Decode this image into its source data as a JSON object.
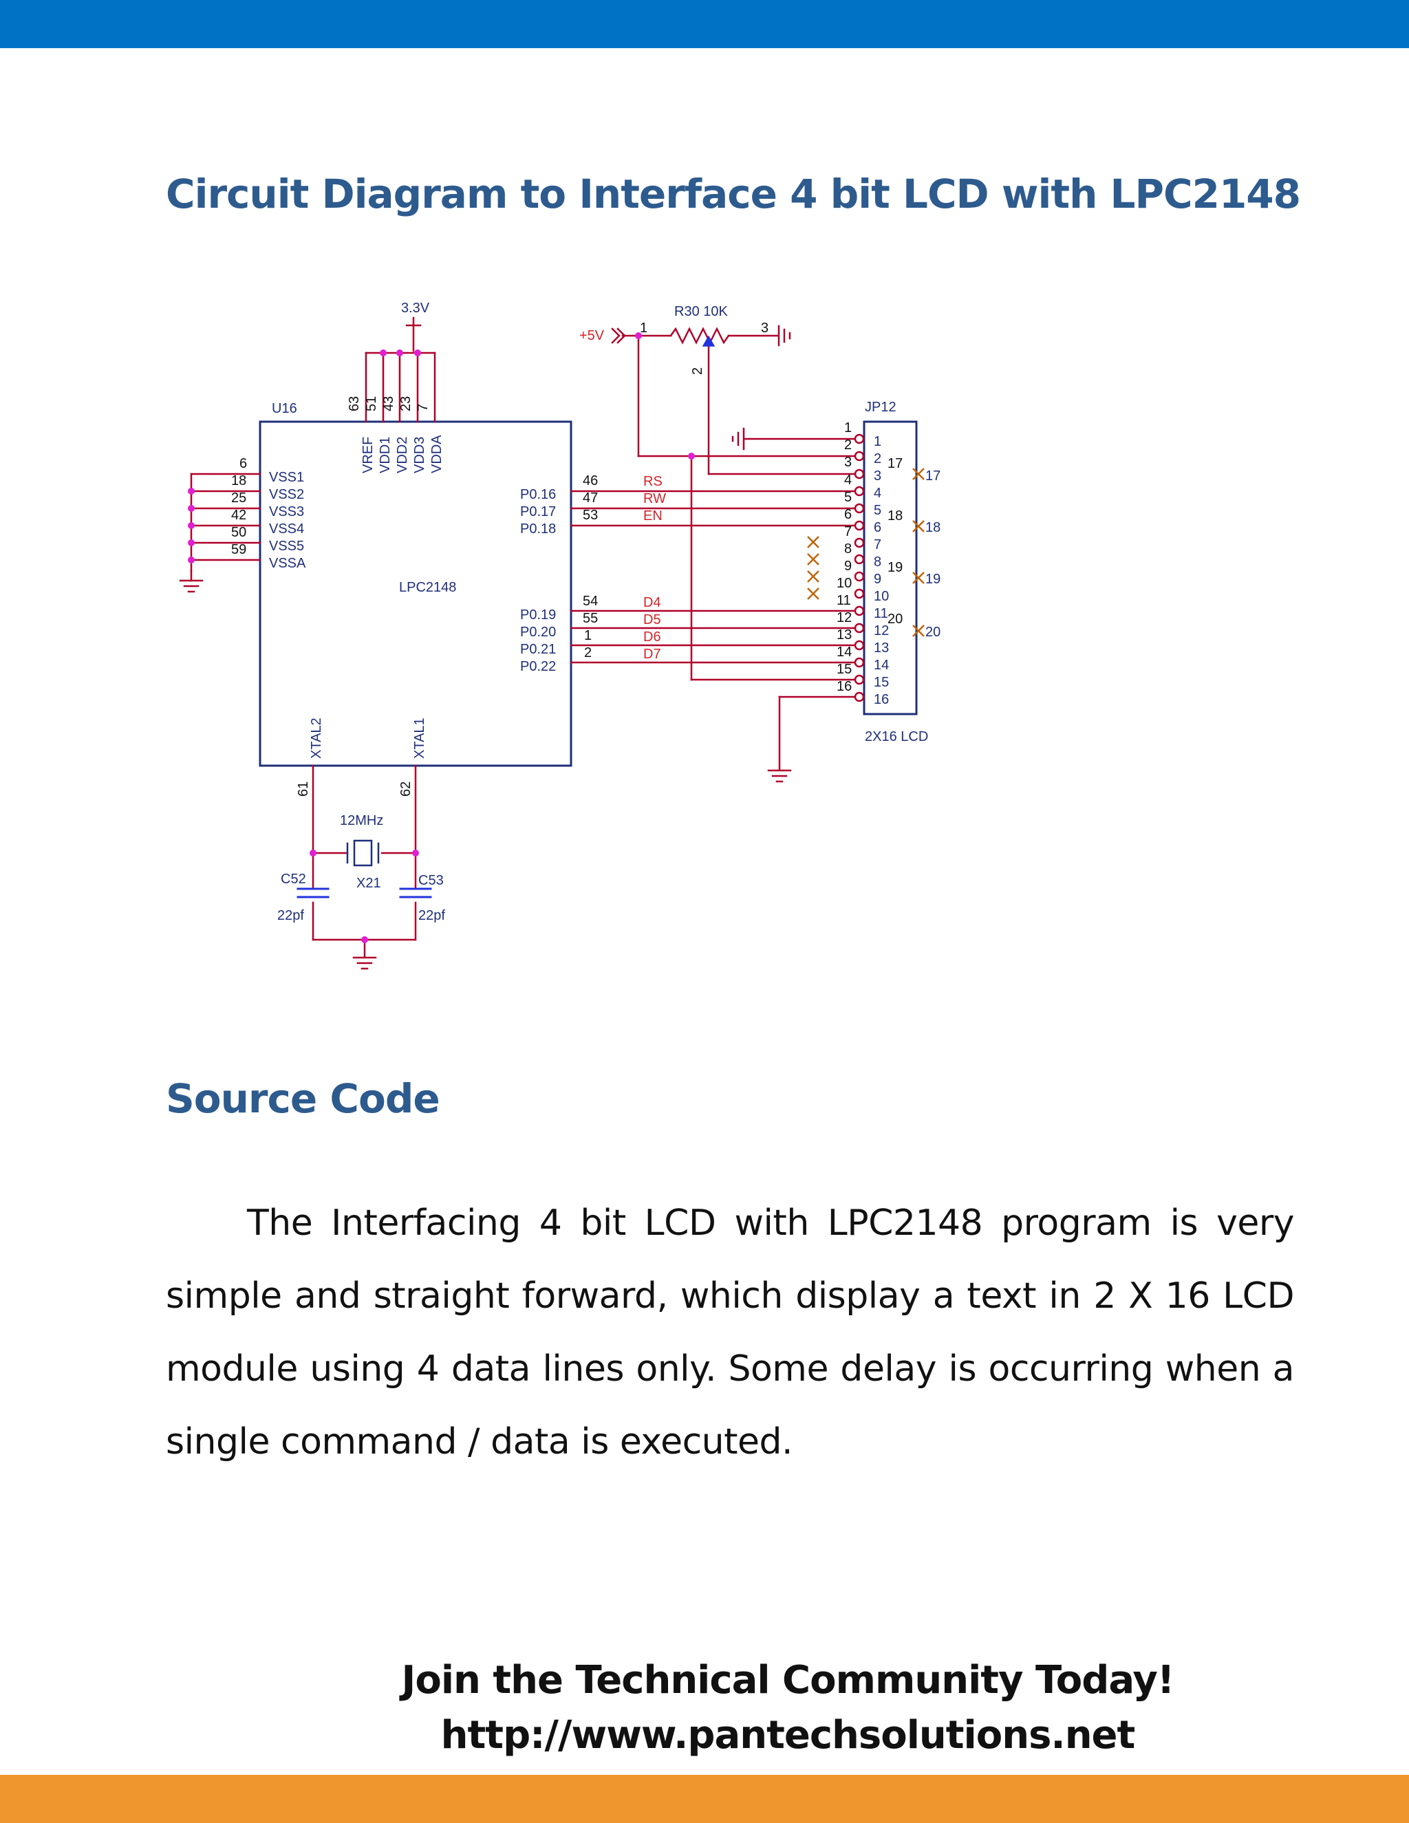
{
  "header_heading": "Circuit Diagram to Interface 4 bit LCD with LPC2148",
  "schematic": {
    "supply_3v3": "3.3V",
    "supply_5v": "+5V",
    "pot_label": "R30 10K",
    "pot_pin1": "1",
    "pot_pin2": "2",
    "pot_pin3": "3",
    "chip_ref": "U16",
    "chip_name": "LPC2148",
    "power_pin_numbers": [
      "63",
      "51",
      "43",
      "23",
      "7"
    ],
    "power_pin_names": [
      "VREF",
      "VDD1",
      "VDD2",
      "VDD3",
      "VDDA"
    ],
    "ground_pin_numbers": [
      "6",
      "18",
      "25",
      "42",
      "50",
      "59"
    ],
    "ground_pin_names": [
      "VSS1",
      "VSS2",
      "VSS3",
      "VSS4",
      "VSS5",
      "VSSA"
    ],
    "control_pins": [
      {
        "num": "46",
        "name": "P0.16",
        "signal": "RS"
      },
      {
        "num": "47",
        "name": "P0.17",
        "signal": "RW"
      },
      {
        "num": "53",
        "name": "P0.18",
        "signal": "EN"
      }
    ],
    "data_pins": [
      {
        "num": "54",
        "name": "P0.19",
        "signal": "D4"
      },
      {
        "num": "55",
        "name": "P0.20",
        "signal": "D5"
      },
      {
        "num": "1",
        "name": "P0.21",
        "signal": "D6"
      },
      {
        "num": "2",
        "name": "P0.22",
        "signal": "D7"
      }
    ],
    "xtal_pins": [
      {
        "name": "XTAL2",
        "num": "61"
      },
      {
        "name": "XTAL1",
        "num": "62"
      }
    ],
    "crystal_freq": "12MHz",
    "crystal_ref": "X21",
    "cap_left_ref": "C52",
    "cap_left_value": "22pf",
    "cap_right_ref": "C53",
    "cap_right_value": "22pf",
    "connector_ref": "JP12",
    "connector_type": "2X16 LCD",
    "connector_pins": [
      "1",
      "2",
      "3",
      "4",
      "5",
      "6",
      "7",
      "8",
      "9",
      "10",
      "11",
      "12",
      "13",
      "14",
      "15",
      "16"
    ],
    "connector_extra_pins": [
      "17",
      "18",
      "19",
      "20"
    ],
    "colors": {
      "wire": "#b0002a",
      "label": "#1f2f7a",
      "signal": "#d4242a",
      "noconnect": "#c0650a",
      "junction": "#e020d0"
    }
  },
  "section_heading": "Source Code",
  "body_paragraph": "The Interfacing 4 bit LCD with LPC2148 program is very simple and straight forward, which display a text in 2 X 16 LCD module using 4 data lines only. Some delay is occurring when a single command / data is executed.",
  "footer": {
    "tagline": "Join the Technical Community Today!",
    "url": "http://www.pantechsolutions.net"
  }
}
